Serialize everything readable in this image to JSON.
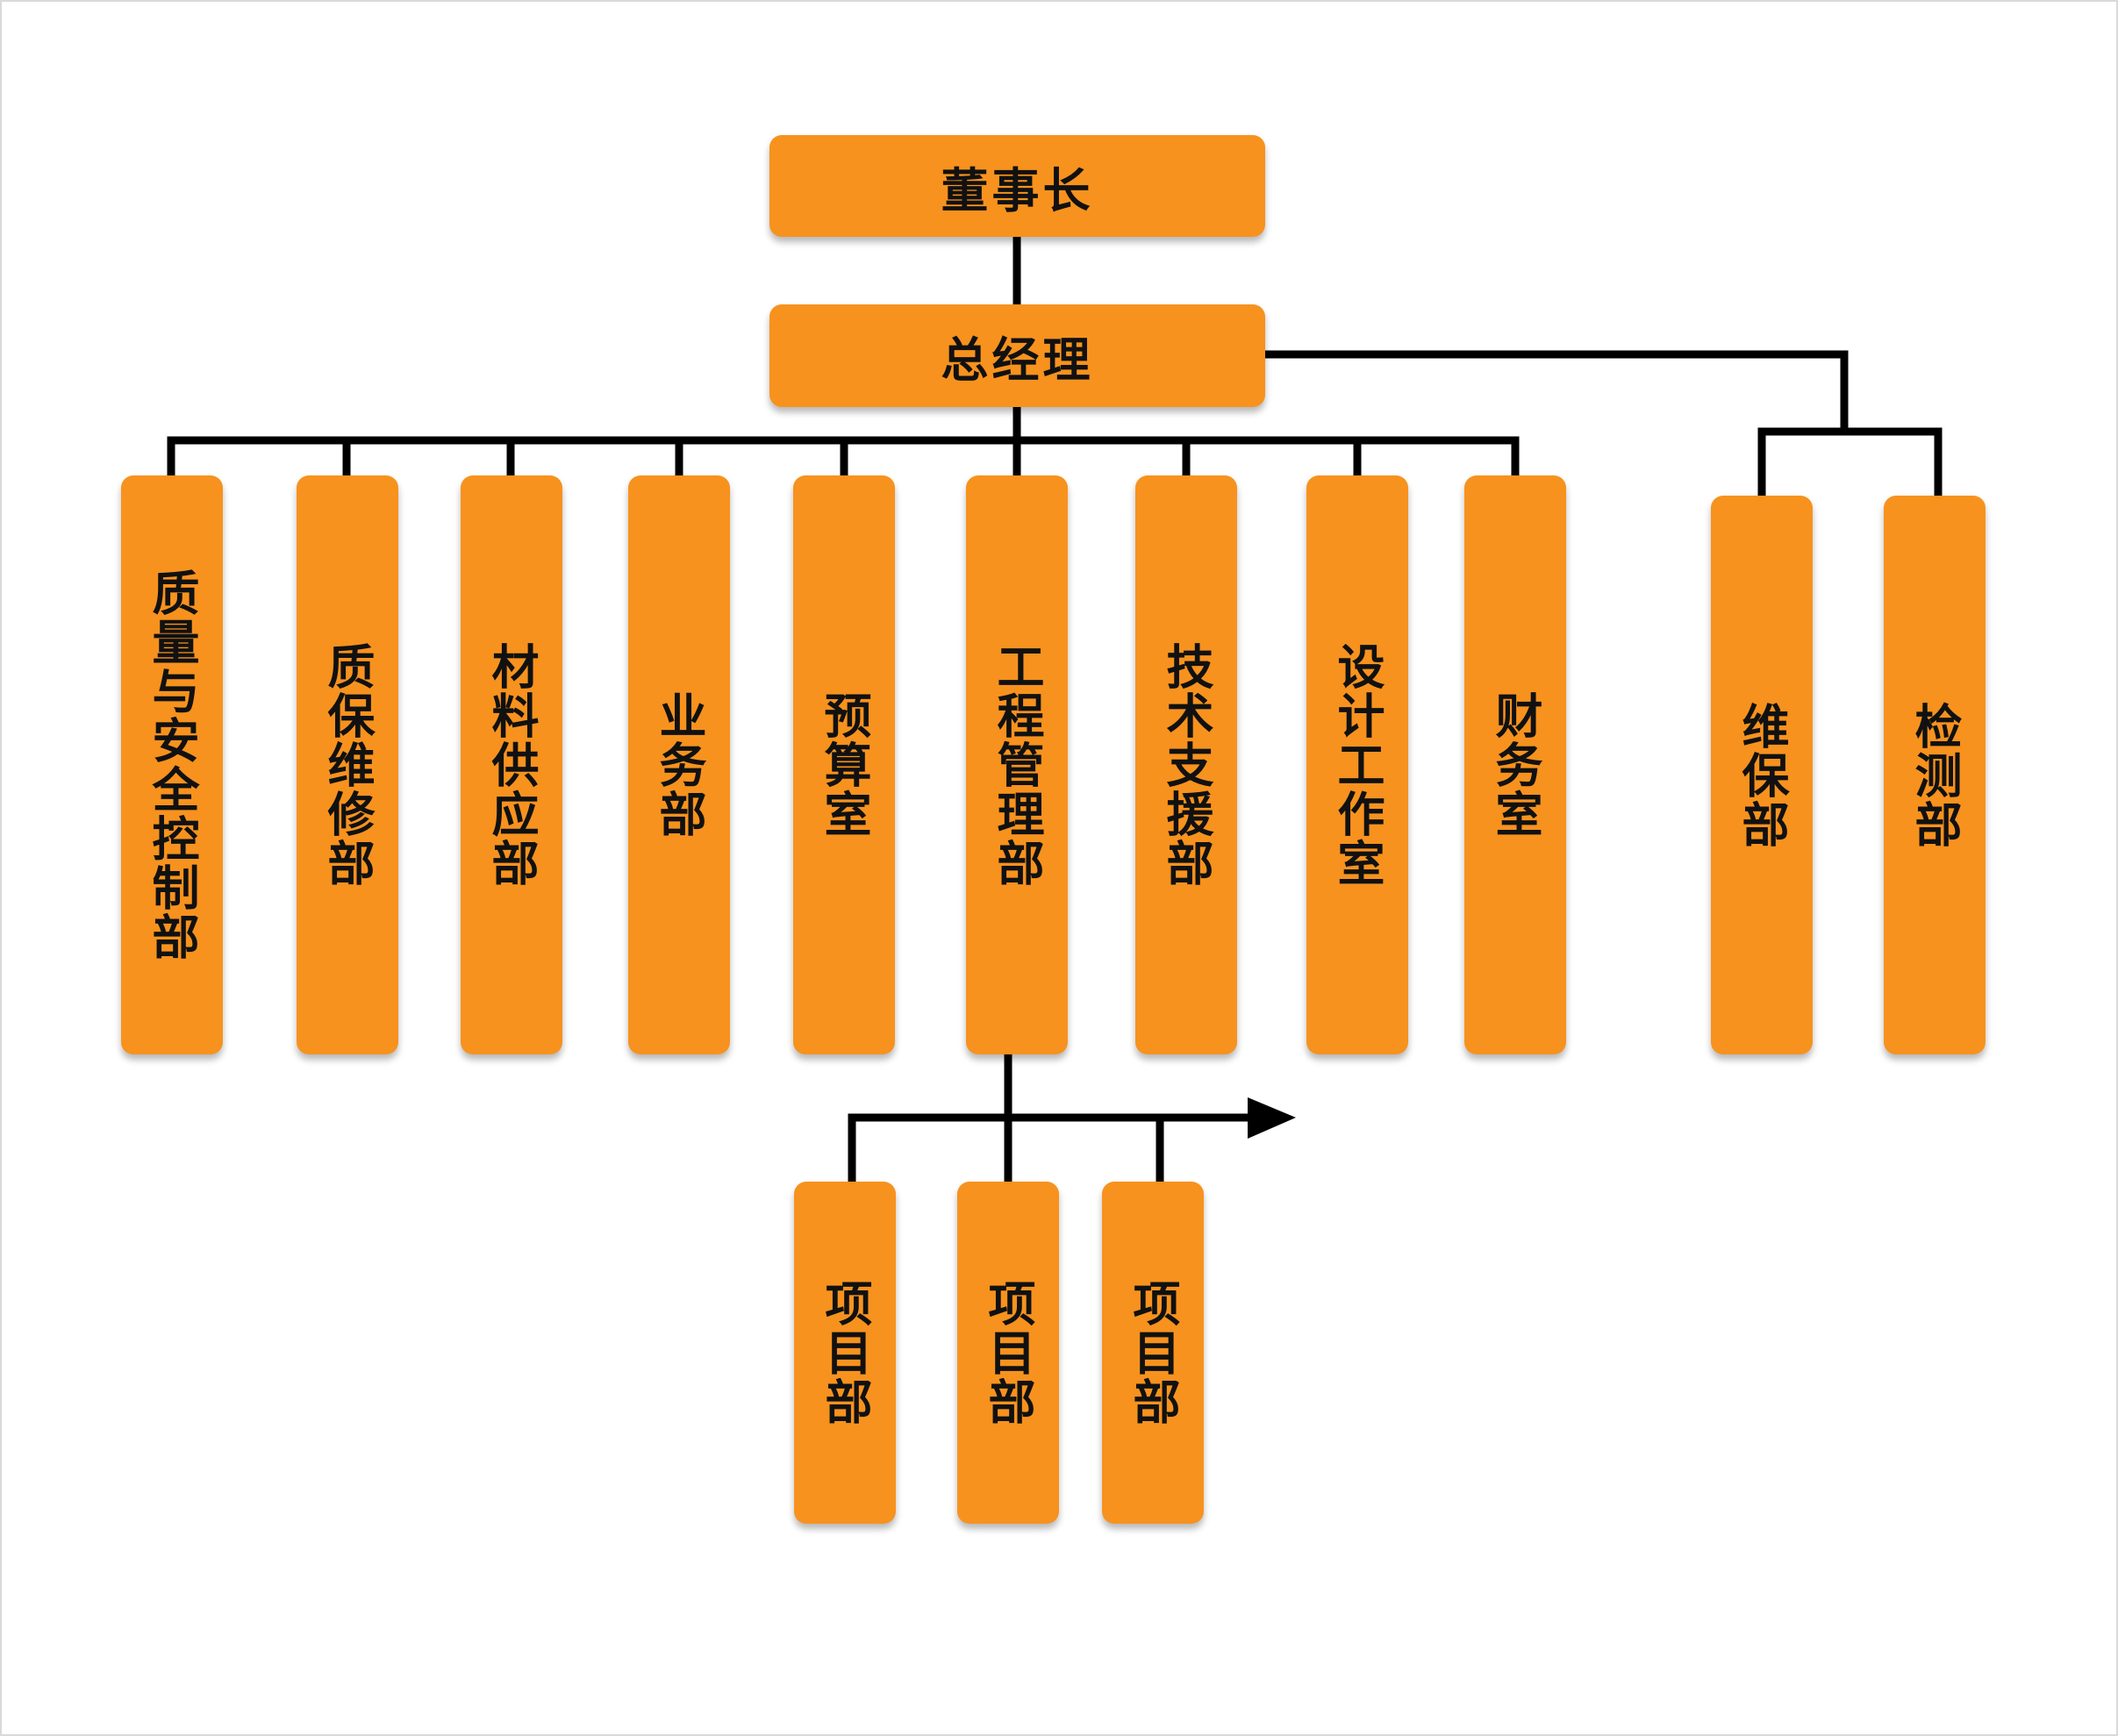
{
  "colors": {
    "box_fill": "#f7921e",
    "connector": "#000000",
    "text": "#111111",
    "background": "#ffffff"
  },
  "org": {
    "chairman": "董事长",
    "general_manager": "总经理",
    "departments": [
      "质量与安全控制部",
      "质保维修部",
      "材料供应部",
      "业务部",
      "预算室",
      "工程管理部",
      "技术支援部",
      "设计工作室",
      "财务室"
    ],
    "side_departments": [
      "维保部",
      "检测部"
    ],
    "projects": [
      "项目部",
      "项目部",
      "项目部"
    ]
  }
}
